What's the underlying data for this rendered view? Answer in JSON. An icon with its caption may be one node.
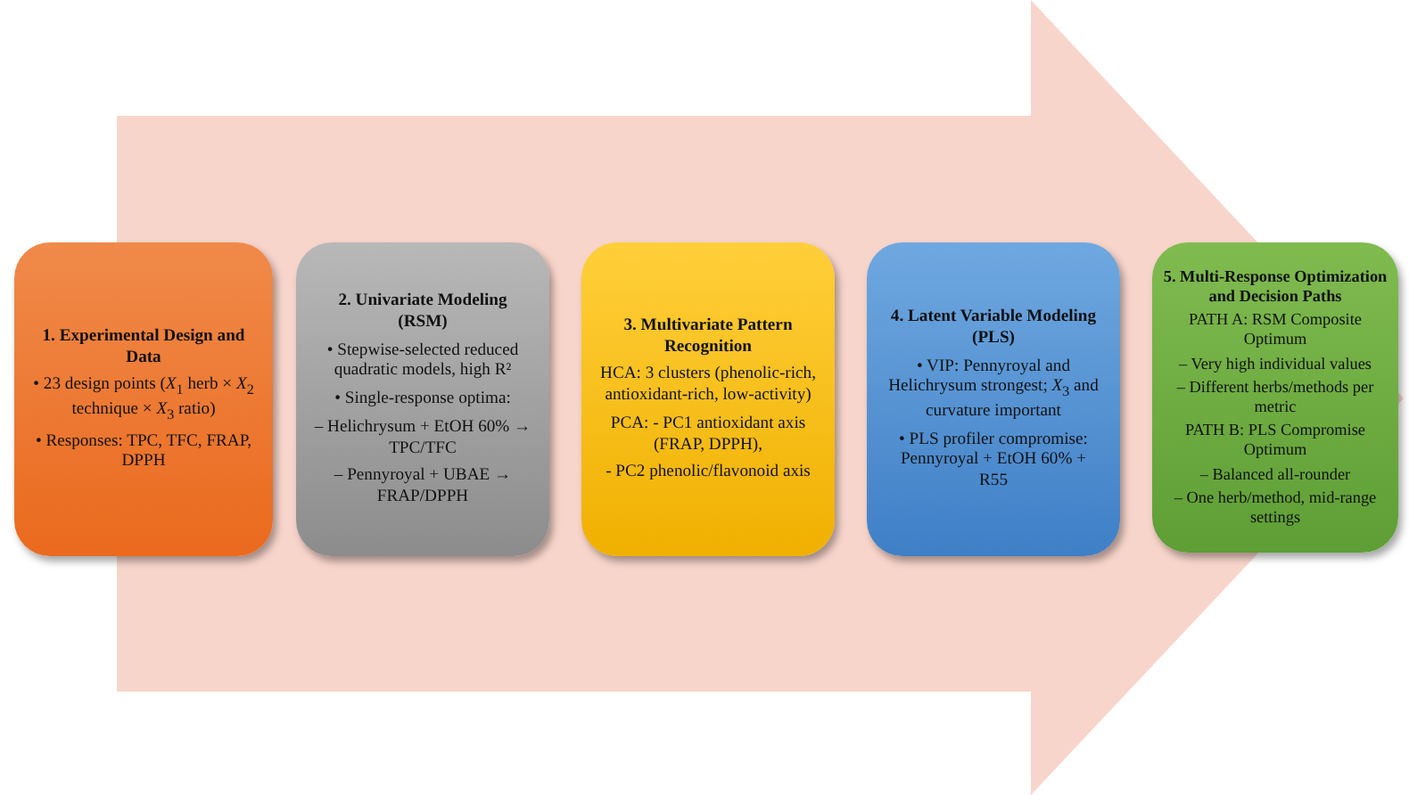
{
  "diagram": {
    "nodes": [
      {
        "text": [
          "1. Experimental Design and Data",
          "• 23 design points (*X*$_{1}$ herb × *X*$_{2}$ technique × *X*$_{3}$ ratio)",
          "• Responses: TPC, TFC, FRAP, DPPH"
        ]
      },
      {
        "text": [
          "2. Univariate Modeling (RSM)",
          "• Stepwise-selected reduced quadratic models, high R²",
          "• Single-response optima:",
          "– Helichrysum + EtOH 60% → TPC/TFC",
          "– Pennyroyal + UBAE → FRAP/DPPH"
        ]
      },
      {
        "text": [
          "3. Multivariate Pattern Recognition",
          "HCA: 3 clusters (phenolic-rich, antioxidant-rich, low-activity)",
          "PCA: - PC1 antioxidant axis (FRAP, DPPH),",
          "- PC2 phenolic/flavonoid axis"
        ]
      },
      {
        "text": [
          "4. Latent Variable Modeling (PLS)",
          "• VIP: Pennyroyal and Helichrysum strongest; *X*$_{3}$ and curvature important",
          "• PLS profiler compromise: Pennyroyal + EtOH 60% + R55"
        ]
      },
      {
        "text": [
          "5. Multi-Response Optimization and Decision Paths",
          "PATH A: RSM Composite Optimum",
          "– Very high individual values",
          "– Different herbs/methods per metric",
          "PATH B: PLS Compromise Optimum",
          "– Balanced all-rounder",
          "– One herb/method, mid-range settings"
        ]
      }
    ],
    "edges": [
      {
        "from": 0,
        "to": 4,
        "arrow": "to"
      }
    ]
  }
}
